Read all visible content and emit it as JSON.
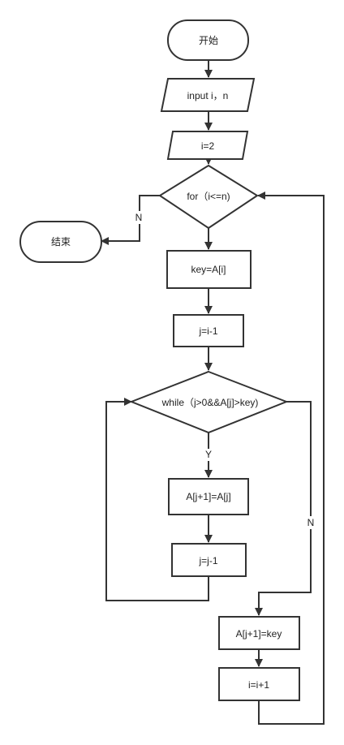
{
  "nodes": {
    "start": "开始",
    "input": "input i，n",
    "init_i": "i=2",
    "for_cond": "for（i<=n)",
    "end": "结束",
    "key_assign": "key=A[i]",
    "j_assign": "j=i-1",
    "while_cond": "while（j>0&&A[j]>key)",
    "shift": "A[j+1]=A[j]",
    "j_dec": "j=j-1",
    "insert": "A[j+1]=key",
    "i_inc": "i=i+1"
  },
  "edge_labels": {
    "for_no": "N",
    "while_yes": "Y",
    "while_no": "N"
  }
}
